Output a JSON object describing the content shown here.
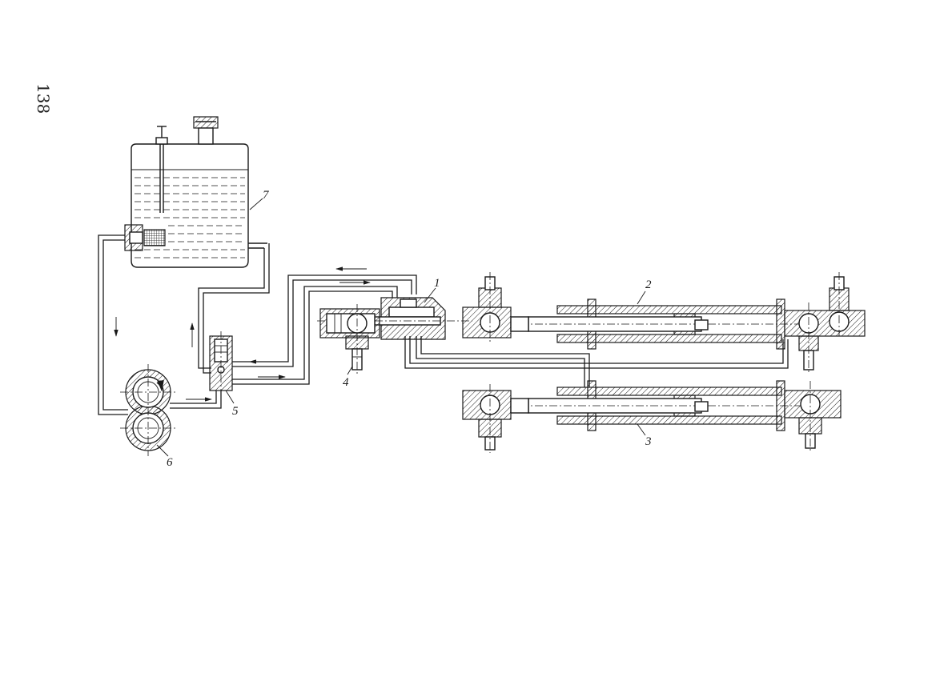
{
  "page": {
    "page_number": "138"
  },
  "callouts": {
    "c1": "1",
    "c2": "2",
    "c3": "3",
    "c4": "4",
    "c5": "5",
    "c6": "6",
    "c7": "7"
  },
  "colors": {
    "line": "#1a1a1a",
    "background": "#ffffff"
  }
}
